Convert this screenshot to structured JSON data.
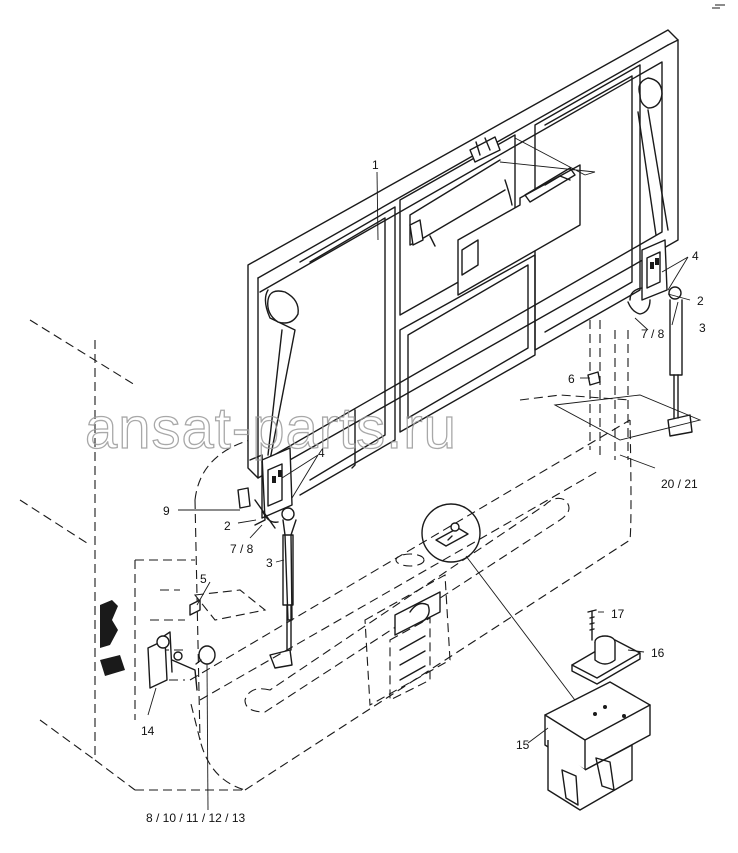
{
  "watermark": "ansat-parts.ru",
  "callouts": [
    {
      "id": "c1",
      "text": "1"
    },
    {
      "id": "c4a",
      "text": "4"
    },
    {
      "id": "c2a",
      "text": "2"
    },
    {
      "id": "c78a",
      "text": "7 / 8"
    },
    {
      "id": "c3a",
      "text": "3"
    },
    {
      "id": "c6",
      "text": "6"
    },
    {
      "id": "c2021",
      "text": "20 / 21"
    },
    {
      "id": "c4b",
      "text": "4"
    },
    {
      "id": "c9",
      "text": "9"
    },
    {
      "id": "c2b",
      "text": "2"
    },
    {
      "id": "c78b",
      "text": "7 / 8"
    },
    {
      "id": "c3b",
      "text": "3"
    },
    {
      "id": "c5",
      "text": "5"
    },
    {
      "id": "c17",
      "text": "17"
    },
    {
      "id": "c16",
      "text": "16"
    },
    {
      "id": "c14",
      "text": "14"
    },
    {
      "id": "c15",
      "text": "15"
    },
    {
      "id": "c8to13",
      "text": "8 / 10 / 11 / 12 / 13"
    }
  ]
}
